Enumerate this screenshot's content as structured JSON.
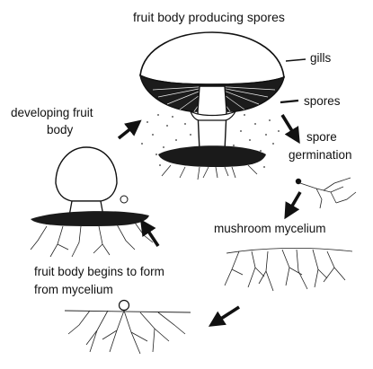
{
  "labels": {
    "title": "fruit body producing spores",
    "gills": "gills",
    "spores": "spores",
    "spore_germination_line1": "spore",
    "spore_germination_line2": "germination",
    "developing_line1": "developing fruit",
    "developing_line2": "body",
    "mycelium": "mushroom mycelium",
    "begins_line1": "fruit body begins to form",
    "begins_line2": "from mycelium"
  }
}
